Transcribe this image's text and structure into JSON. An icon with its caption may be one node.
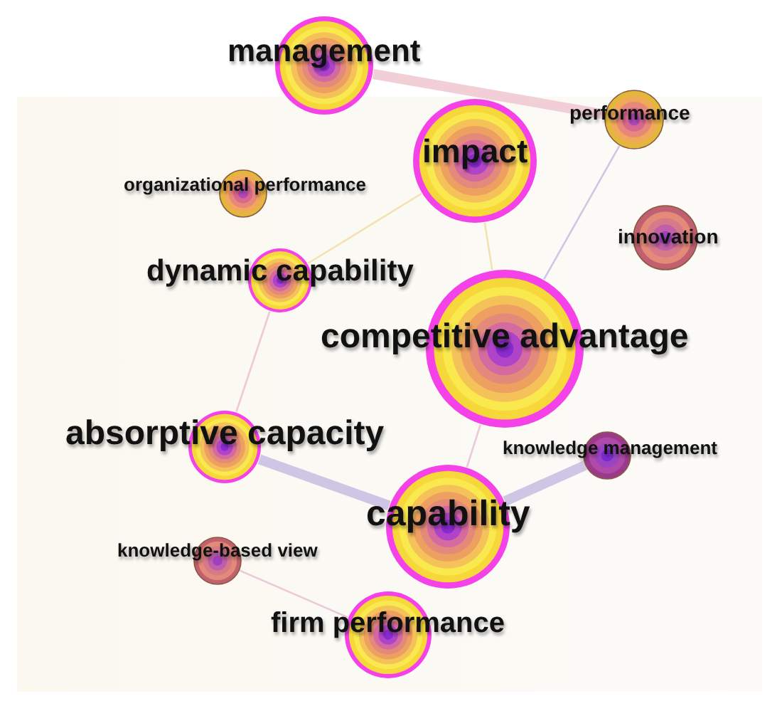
{
  "diagram": {
    "nodes": [
      {
        "text": [
          "management"
        ]
      },
      {
        "text": [
          "performance"
        ]
      },
      {
        "text": [
          "impact"
        ]
      },
      {
        "text": [
          "organizational performance"
        ]
      },
      {
        "text": [
          "innovation"
        ]
      },
      {
        "text": [
          "dynamic capability"
        ]
      },
      {
        "text": [
          "competitive advantage"
        ]
      },
      {
        "text": [
          "absorptive capacity"
        ]
      },
      {
        "text": [
          "knowledge management"
        ]
      },
      {
        "text": [
          "capability"
        ]
      },
      {
        "text": [
          "knowledge-based view"
        ]
      },
      {
        "text": [
          "firm performance"
        ]
      }
    ],
    "edges": [
      {
        "from": 0,
        "to": 1,
        "arrow": "none",
        "style": "thick",
        "color": "#f2cfd6"
      },
      {
        "from": 2,
        "to": 5,
        "arrow": "none",
        "color": "#f3e2b0"
      },
      {
        "from": 2,
        "to": 6,
        "arrow": "none",
        "color": "#f3e2b0"
      },
      {
        "from": 1,
        "to": 6,
        "arrow": "none"
      },
      {
        "from": 5,
        "to": 7,
        "arrow": "none",
        "color": "#ecc8d8"
      },
      {
        "from": 6,
        "to": 9,
        "arrow": "none",
        "color": "#ecc8d8"
      },
      {
        "from": 7,
        "to": 9,
        "arrow": "none",
        "style": "thick"
      },
      {
        "from": 9,
        "to": 8,
        "arrow": "none",
        "style": "thick"
      },
      {
        "from": 10,
        "to": 11,
        "arrow": "none",
        "color": "#ecc8d8"
      }
    ]
  }
}
